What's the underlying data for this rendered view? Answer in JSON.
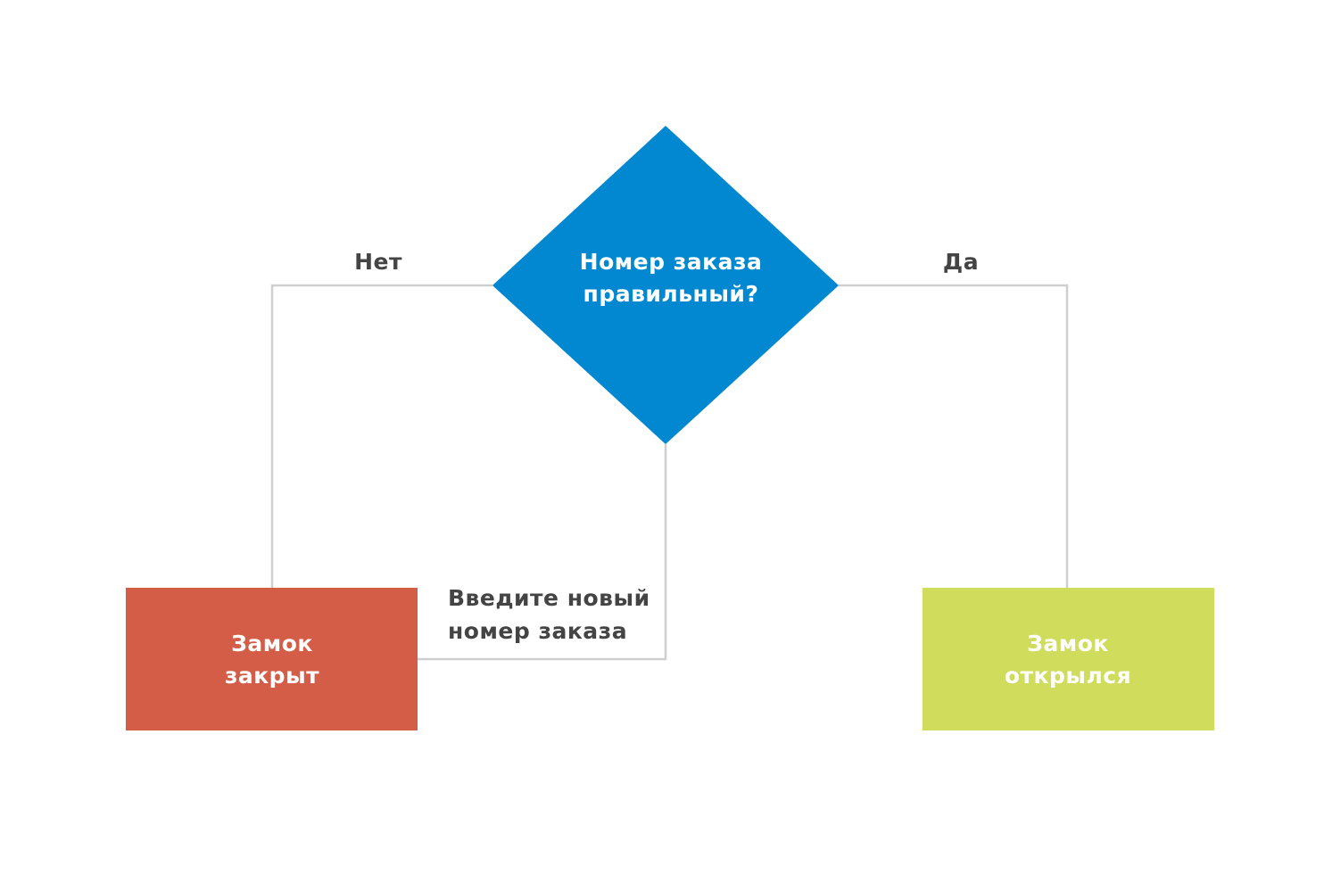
{
  "colors": {
    "decision": "#0288d1",
    "closed": "#d45d48",
    "opened": "#cfdc5c",
    "connector": "#cfcfcf",
    "edge_label": "#444444",
    "node_label": "#ffffff"
  },
  "decision": {
    "line1": "Номер заказа",
    "line2": "правильный?"
  },
  "nodes": {
    "closed": {
      "line1": "Замок",
      "line2": "закрыт"
    },
    "opened": {
      "line1": "Замок",
      "line2": "открылся"
    }
  },
  "edges": {
    "no": "Нет",
    "yes": "Да",
    "retry": {
      "line1": "Введите новый",
      "line2": "номер заказа"
    }
  }
}
